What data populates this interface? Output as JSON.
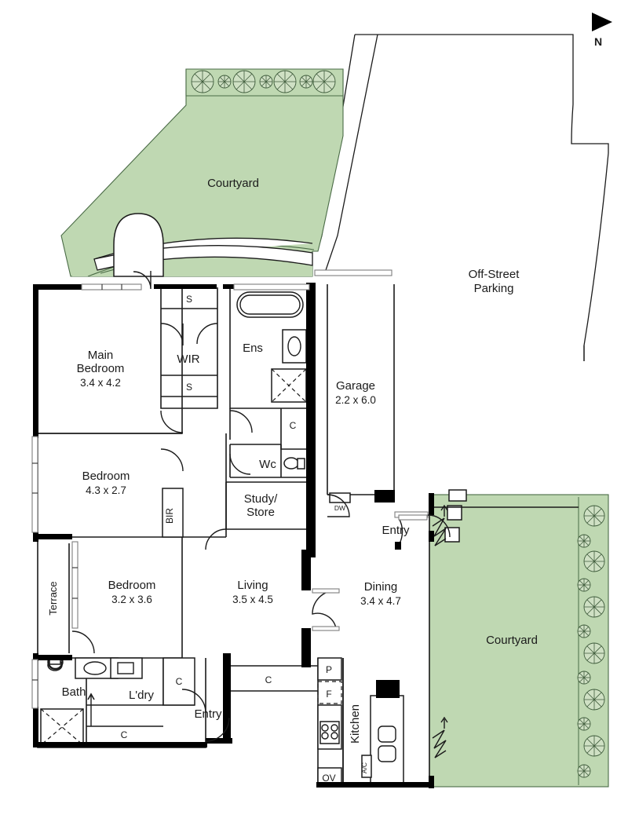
{
  "document": {
    "type": "floor-plan",
    "title": "Residential Floor Plan",
    "background_color": "#ffffff",
    "garden_color": "#bfd8b2",
    "wall_color": "#000000"
  },
  "compass": {
    "label": "N",
    "arrow": "north-arrow-icon"
  },
  "site": {
    "off_street_parking_label": "Off-Street\nParking",
    "off_street_parking_line1": "Off-Street",
    "off_street_parking_line2": "Parking"
  },
  "outdoor_areas": [
    {
      "id": "courtyard-north",
      "label": "Courtyard"
    },
    {
      "id": "courtyard-east",
      "label": "Courtyard"
    },
    {
      "id": "terrace",
      "label": "Terrace"
    }
  ],
  "rooms": [
    {
      "id": "main-bedroom",
      "name_line1": "Main",
      "name_line2": "Bedroom",
      "name": "Main Bedroom",
      "dimensions": "3.4 x 4.2"
    },
    {
      "id": "bedroom-2",
      "name": "Bedroom",
      "dimensions": "4.3 x 2.7"
    },
    {
      "id": "bedroom-3",
      "name": "Bedroom",
      "dimensions": "3.2 x 3.6"
    },
    {
      "id": "living",
      "name": "Living",
      "dimensions": "3.5 x 4.5"
    },
    {
      "id": "dining",
      "name": "Dining",
      "dimensions": "3.4 x 4.7"
    },
    {
      "id": "garage",
      "name": "Garage",
      "dimensions": "2.2 x 6.0"
    },
    {
      "id": "kitchen",
      "name": "Kitchen",
      "dimensions": ""
    },
    {
      "id": "bath",
      "name": "Bath",
      "dimensions": ""
    },
    {
      "id": "laundry",
      "name": "L'dry",
      "dimensions": ""
    },
    {
      "id": "ensuite",
      "name": "Ens",
      "dimensions": ""
    },
    {
      "id": "wir",
      "name": "WIR",
      "dimensions": ""
    },
    {
      "id": "wc",
      "name": "Wc",
      "dimensions": ""
    },
    {
      "id": "study-store",
      "name_line1": "Study/",
      "name_line2": "Store",
      "name": "Study/Store",
      "dimensions": ""
    }
  ],
  "entries": [
    {
      "id": "entry-front",
      "label": "Entry"
    },
    {
      "id": "entry-side",
      "label": "Entry"
    }
  ],
  "storage_labels": [
    {
      "id": "storage-top",
      "label": "S"
    },
    {
      "id": "storage-bottom",
      "label": "S"
    },
    {
      "id": "cupboard-ens",
      "label": "C"
    },
    {
      "id": "built-in-robe",
      "label": "BIR"
    },
    {
      "id": "cupboard-ldry-right",
      "label": "C"
    },
    {
      "id": "cupboard-ldry-bottom",
      "label": "C"
    },
    {
      "id": "cupboard-living",
      "label": "C"
    }
  ],
  "appliances": [
    {
      "id": "pantry",
      "label": "P"
    },
    {
      "id": "fridge",
      "label": "F"
    },
    {
      "id": "oven",
      "label": "OV"
    },
    {
      "id": "dishwasher",
      "label": "DW"
    },
    {
      "id": "air-conditioner",
      "label": "A/C"
    }
  ]
}
